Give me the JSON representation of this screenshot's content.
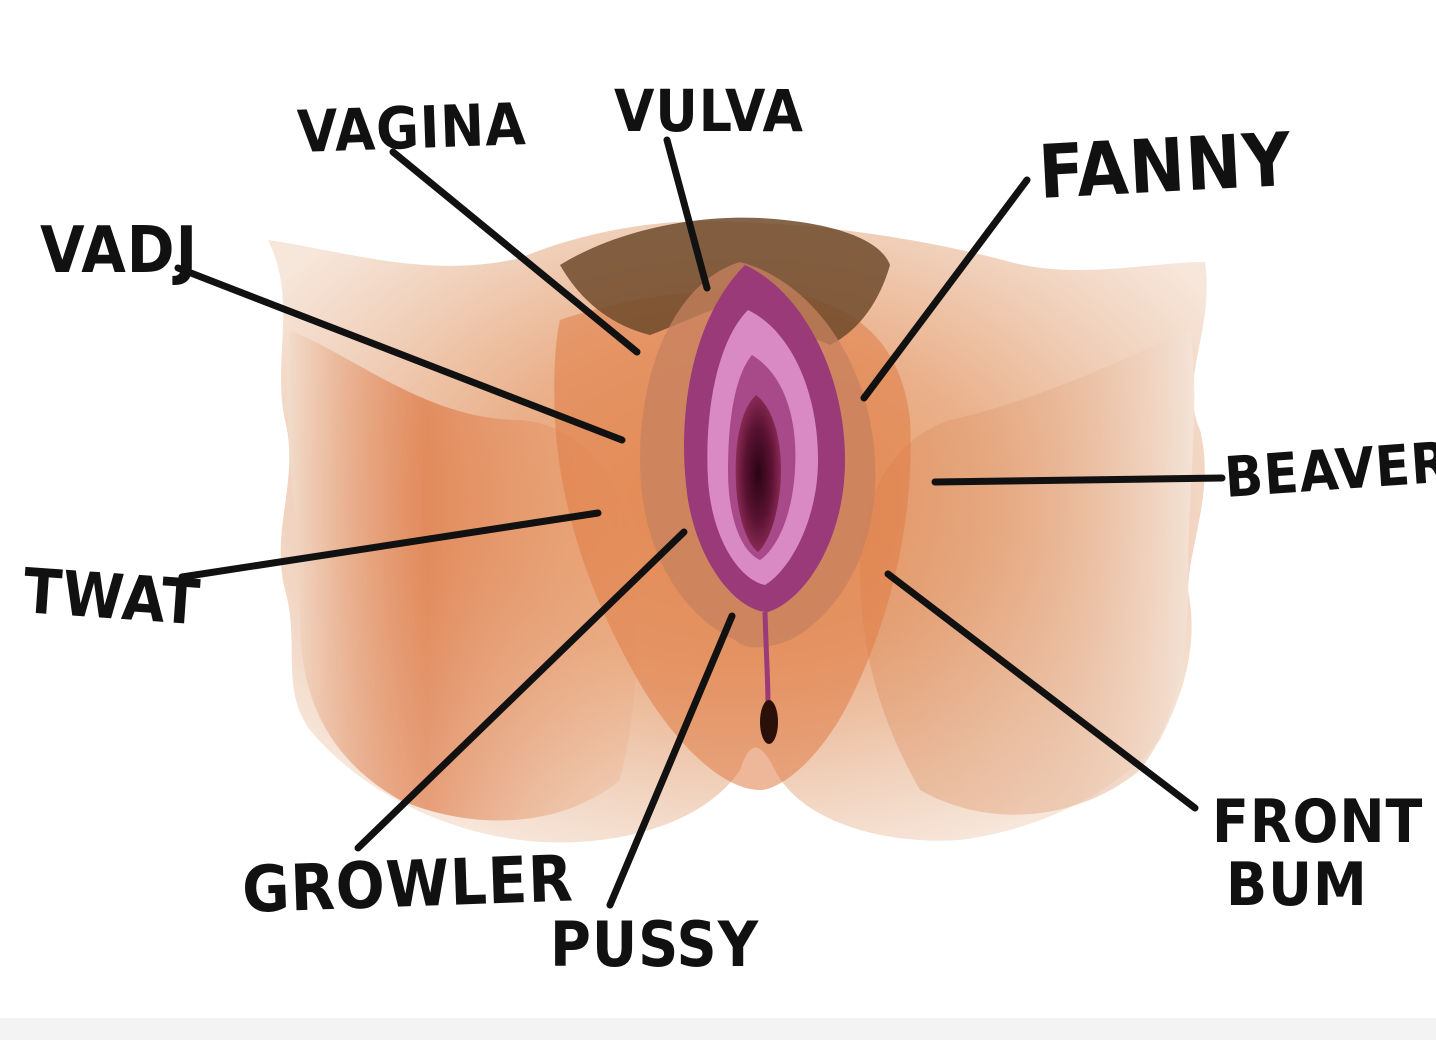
{
  "labels": {
    "vagina": "VAGINA",
    "vulva": "VULVA",
    "fanny": "FANNY",
    "vadj": "VADJ",
    "beaver": "BEAVER",
    "twat": "TWAT",
    "growler": "GROWLER",
    "pussy": "PUSSY",
    "front_bum_line1": "FRONT",
    "front_bum_line2": "BUM"
  },
  "colors": {
    "skin_light": "#f1d3bd",
    "skin_mid": "#e5a06e",
    "skin_orange": "#d9642a",
    "hair": "#6e4a2c",
    "labia_outer": "#9a3a78",
    "labia_inner": "#d98ac4",
    "opening": "#4a0d2a",
    "ink": "#111111"
  }
}
